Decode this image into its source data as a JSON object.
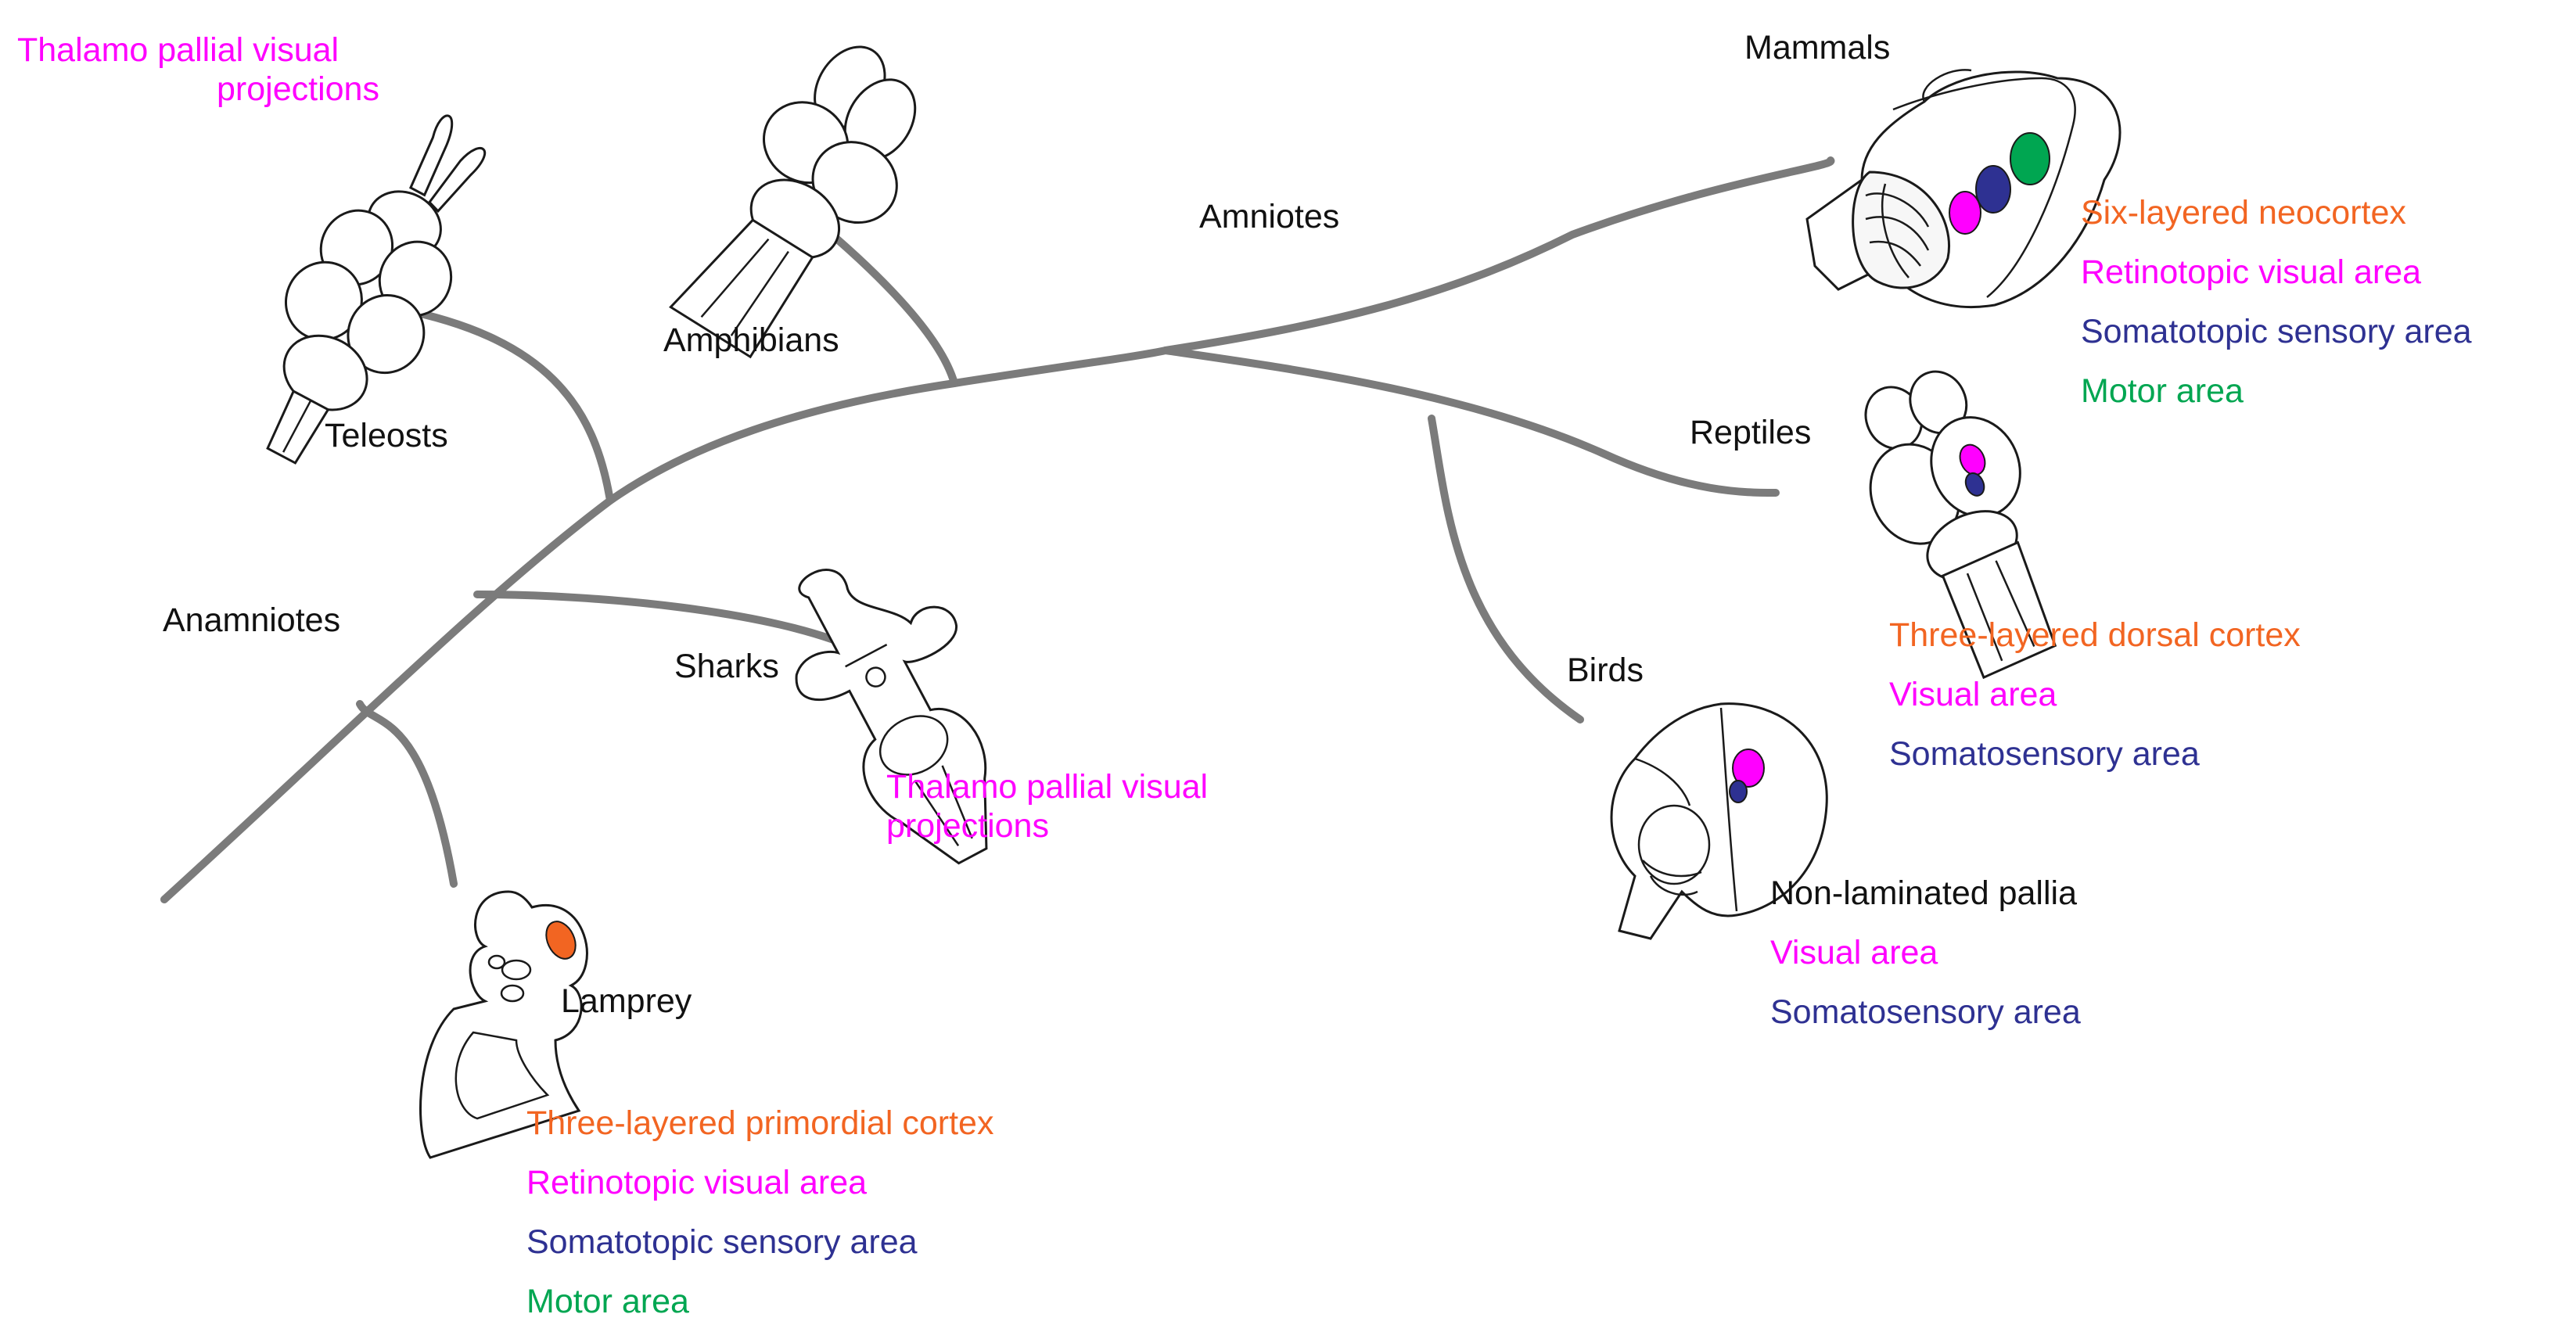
{
  "colors": {
    "branch": "#7b7b7b",
    "label": "#111111",
    "layered_cortex": "#f26522",
    "visual_area": "#ff00ff",
    "sensory_area": "#2e3192",
    "motor_area": "#00a651"
  },
  "clades": {
    "anamniotes": "Anamniotes",
    "amniotes": "Amniotes"
  },
  "taxa": {
    "teleosts": "Teleosts",
    "amphibians": "Amphibians",
    "sharks": "Sharks",
    "lamprey": "Lamprey",
    "mammals": "Mammals",
    "reptiles": "Reptiles",
    "birds": "Birds"
  },
  "traits": {
    "teleosts": {
      "visual_line1": "Thalamo pallial visual",
      "visual_line2": "projections"
    },
    "sharks": {
      "visual_line1": "Thalamo pallial visual",
      "visual_line2": "projections"
    },
    "lamprey": {
      "cortex": "Three-layered primordial cortex",
      "visual": "Retinotopic visual area",
      "sensory": "Somatotopic sensory area",
      "motor": "Motor area"
    },
    "mammals": {
      "cortex": "Six-layered neocortex",
      "visual": "Retinotopic visual area",
      "sensory": "Somatotopic sensory area",
      "motor": "Motor area"
    },
    "reptiles": {
      "cortex": "Three-layered dorsal cortex",
      "visual": "Visual area",
      "sensory": "Somatosensory area"
    },
    "birds": {
      "pallium": "Non-laminated pallia",
      "visual": "Visual area",
      "sensory": "Somatosensory area"
    }
  },
  "icons": {
    "teleosts": "teleost-brain-icon",
    "amphibians": "amphibian-brain-icon",
    "sharks": "shark-brain-icon",
    "lamprey": "lamprey-brain-icon",
    "mammals": "mammal-brain-icon",
    "reptiles": "reptile-brain-icon",
    "birds": "bird-brain-icon"
  }
}
